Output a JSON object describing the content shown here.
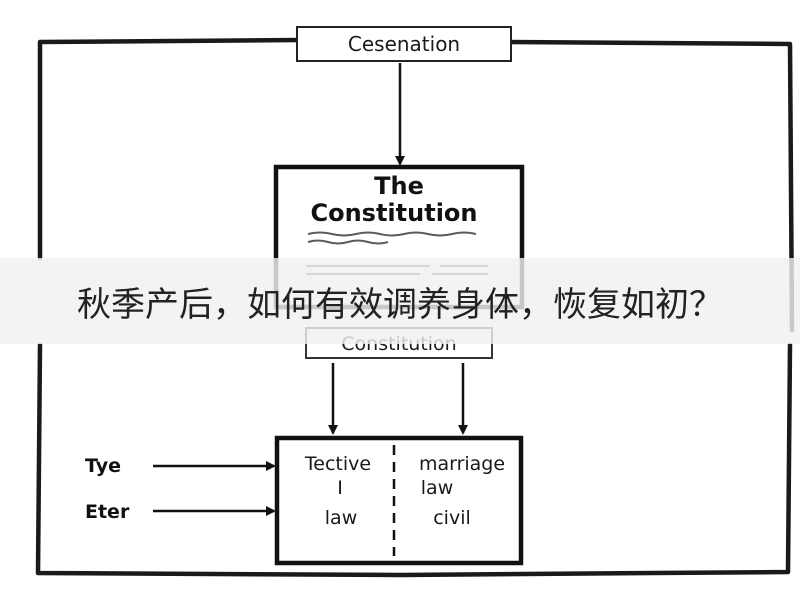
{
  "diagram": {
    "top_box": "Cesenation",
    "main_box": {
      "title_line1": "The",
      "title_line2": "Constitution"
    },
    "sub_box": "Constitution",
    "side_labels": [
      "Tye",
      "Eter"
    ],
    "bottom_box": {
      "left": [
        "Tective",
        "I",
        "law"
      ],
      "right": [
        "marriage",
        "law",
        "civil"
      ]
    }
  },
  "overlay": {
    "caption": "秋季产后，如何有效调养身体，恢复如初？"
  }
}
